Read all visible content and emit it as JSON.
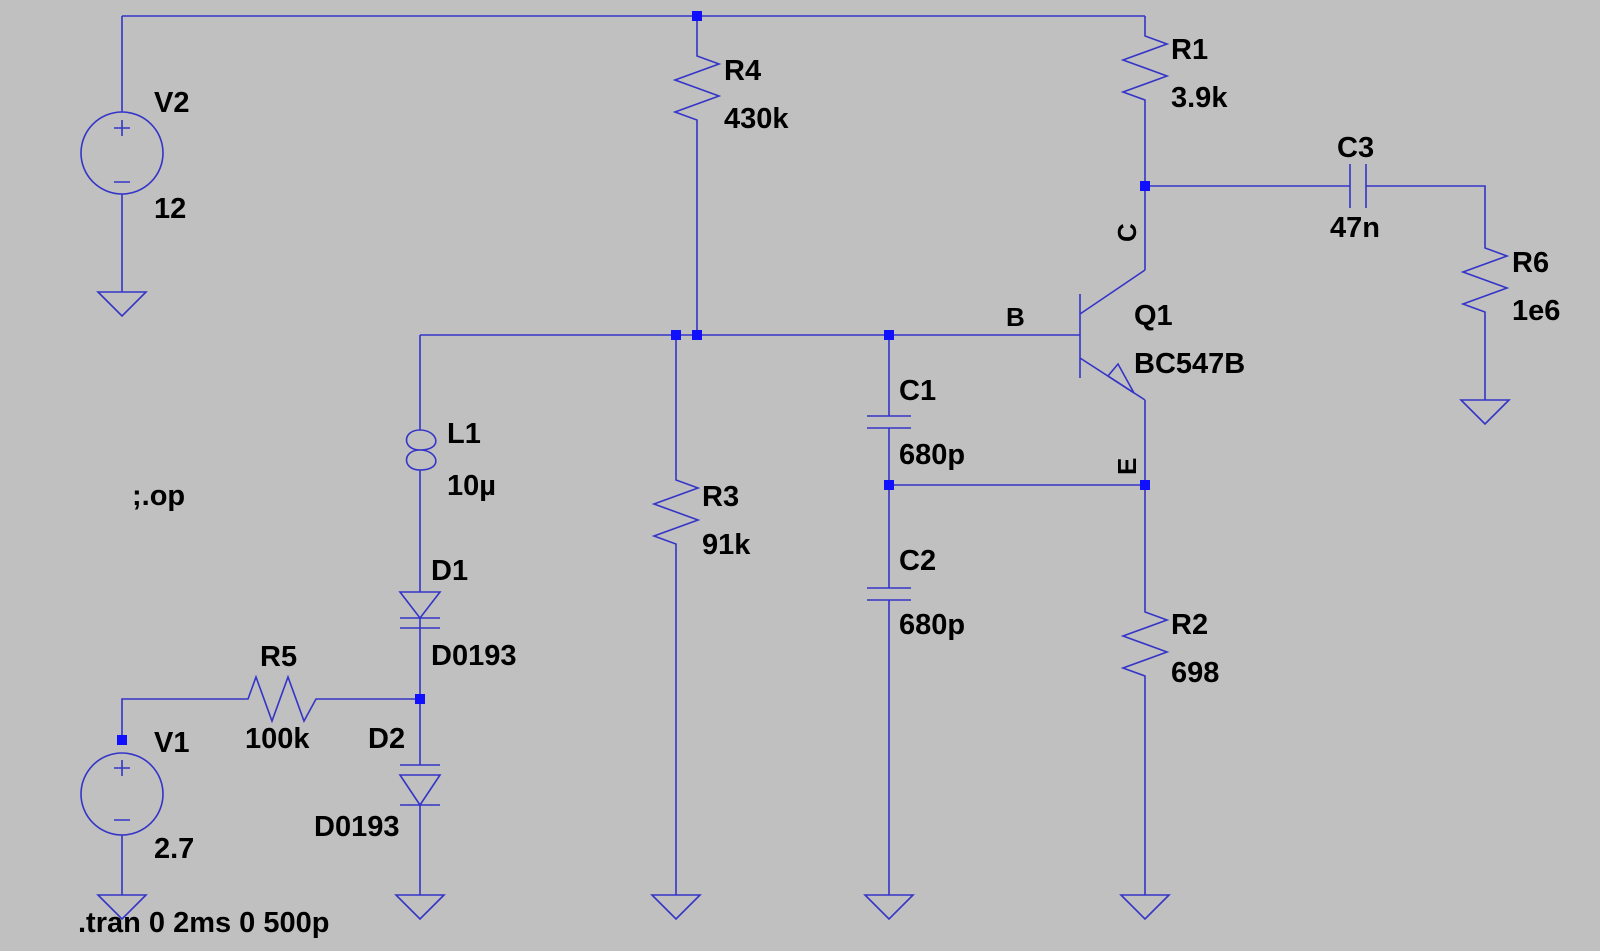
{
  "components": {
    "V2": {
      "name": "V2",
      "value": "12"
    },
    "V1": {
      "name": "V1",
      "value": "2.7"
    },
    "R1": {
      "name": "R1",
      "value": "3.9k"
    },
    "R2": {
      "name": "R2",
      "value": "698"
    },
    "R3": {
      "name": "R3",
      "value": "91k"
    },
    "R4": {
      "name": "R4",
      "value": "430k"
    },
    "R5": {
      "name": "R5",
      "value": "100k"
    },
    "R6": {
      "name": "R6",
      "value": "1e6"
    },
    "C1": {
      "name": "C1",
      "value": "680p"
    },
    "C2": {
      "name": "C2",
      "value": "680p"
    },
    "C3": {
      "name": "C3",
      "value": "47n"
    },
    "L1": {
      "name": "L1",
      "value": "10µ"
    },
    "D1": {
      "name": "D1",
      "value": "D0193"
    },
    "D2": {
      "name": "D2",
      "value": "D0193"
    },
    "Q1": {
      "name": "Q1",
      "value": "BC547B"
    }
  },
  "pins": {
    "collector": "C",
    "base": "B",
    "emitter": "E"
  },
  "directives": {
    "op": ";.op",
    "tran": ".tran 0 2ms 0 500p"
  },
  "colors": {
    "wire": "#3434c8",
    "junction": "#1010ff",
    "background": "#c0c0c0",
    "text": "#000000"
  }
}
